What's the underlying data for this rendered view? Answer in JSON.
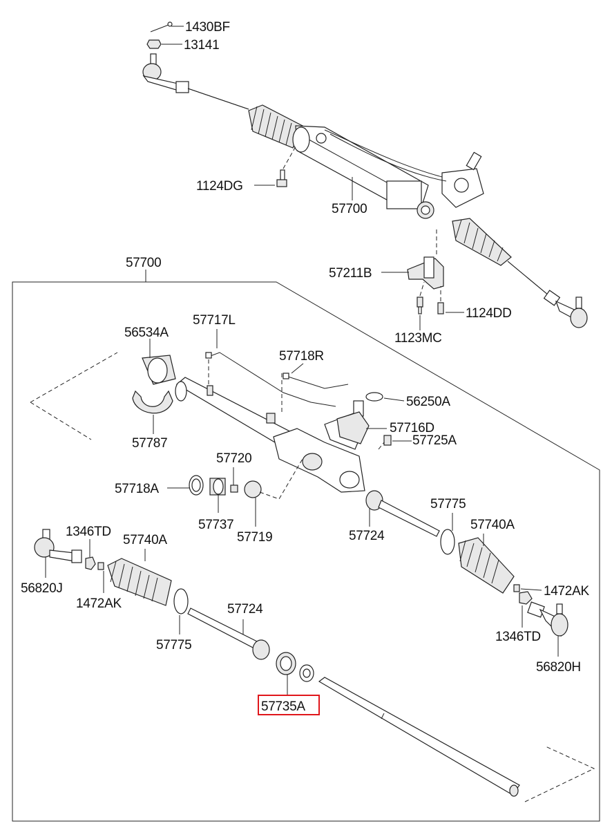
{
  "diagram": {
    "highlighted_part": "57735A",
    "labels": {
      "l1430BF": "1430BF",
      "l13141": "13141",
      "l1124DG": "1124DG",
      "l57700_top": "57700",
      "l57700_box": "57700",
      "l57211B": "57211B",
      "l1124DD": "1124DD",
      "l1123MC": "1123MC",
      "l56534A": "56534A",
      "l57717L": "57717L",
      "l57718R": "57718R",
      "l56250A": "56250A",
      "l57716D": "57716D",
      "l57725A": "57725A",
      "l57787": "57787",
      "l57720": "57720",
      "l57718A": "57718A",
      "l57737": "57737",
      "l57719": "57719",
      "l57724_r": "57724",
      "l57775_r": "57775",
      "l57740A_r": "57740A",
      "l1346TD_l": "1346TD",
      "l57740A_l": "57740A",
      "l56820J": "56820J",
      "l1472AK_l": "1472AK",
      "l1472AK_r": "1472AK",
      "l57724_m": "57724",
      "l57775_l": "57775",
      "l1346TD_r": "1346TD",
      "l56820H": "56820H",
      "l57735A": "57735A"
    },
    "colors": {
      "highlight": "#e0161b",
      "line": "#222222"
    }
  }
}
